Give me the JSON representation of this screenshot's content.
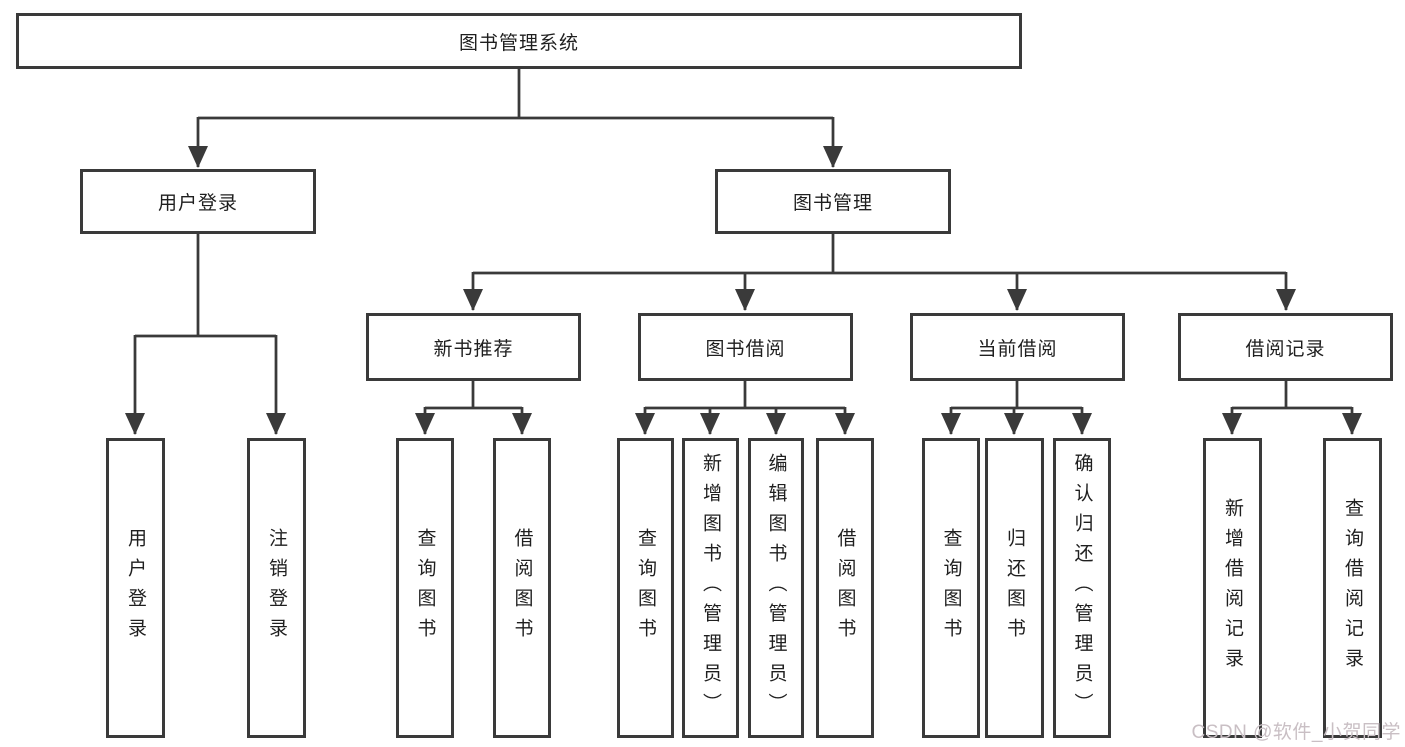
{
  "colors": {
    "line": "#3a3a3a",
    "box-fill": "#ffffff",
    "text": "#1f1f1f",
    "watermark": "#c9bfc4",
    "bg": "#ffffff"
  },
  "watermark": {
    "text": "CSDN @软件_小贺同学"
  },
  "tree": {
    "root": {
      "label": "图书管理系统"
    },
    "children": [
      {
        "label": "用户登录",
        "children": [
          {
            "label": "用户登录"
          },
          {
            "label": "注销登录"
          }
        ]
      },
      {
        "label": "图书管理",
        "children": [
          {
            "label": "新书推荐",
            "children": [
              {
                "label": "查询图书"
              },
              {
                "label": "借阅图书"
              }
            ]
          },
          {
            "label": "图书借阅",
            "children": [
              {
                "label": "查询图书"
              },
              {
                "label": "新增图书（管理员）"
              },
              {
                "label": "编辑图书（管理员）"
              },
              {
                "label": "借阅图书"
              }
            ]
          },
          {
            "label": "当前借阅",
            "children": [
              {
                "label": "查询图书"
              },
              {
                "label": "归还图书"
              },
              {
                "label": "确认归还（管理员）"
              }
            ]
          },
          {
            "label": "借阅记录",
            "children": [
              {
                "label": "新增借阅记录"
              },
              {
                "label": "查询借阅记录"
              }
            ]
          }
        ]
      }
    ]
  }
}
